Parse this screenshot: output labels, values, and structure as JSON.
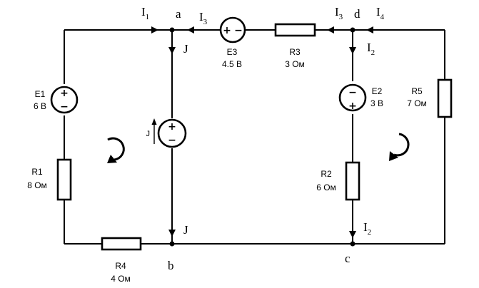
{
  "nodes": {
    "a": "a",
    "b": "b",
    "c": "c",
    "d": "d"
  },
  "components": {
    "E1": {
      "name": "E1",
      "value": "6 В",
      "plus": "+",
      "minus": "−"
    },
    "E2": {
      "name": "E2",
      "value": "3 В",
      "plus": "+",
      "minus": "−"
    },
    "E3": {
      "name": "E3",
      "value": "4.5 В",
      "plus": "+",
      "minus": "−"
    },
    "R1": {
      "name": "R1",
      "value": "8 Ом"
    },
    "R2": {
      "name": "R2",
      "value": "6 Ом"
    },
    "R3": {
      "name": "R3",
      "value": "3 Ом"
    },
    "R4": {
      "name": "R4",
      "value": "4 Ом"
    },
    "R5": {
      "name": "R5",
      "value": "7 Ом"
    },
    "J": {
      "name": "J",
      "plus": "+",
      "minus": "−"
    }
  },
  "currents": {
    "I1_main": "I",
    "I1_sub": "1",
    "I3_left_main": "I",
    "I3_left_sub": "3",
    "I3_right_main": "I",
    "I3_right_sub": "3",
    "I4_main": "I",
    "I4_sub": "4",
    "I2_top_main": "I",
    "I2_top_sub": "2",
    "I2_bottom_main": "I",
    "I2_bottom_sub": "2",
    "J_top": "J",
    "J_bottom": "J"
  }
}
